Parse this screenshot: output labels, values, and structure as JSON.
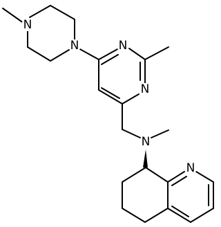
{
  "molecule": {
    "atom_labels": {
      "piperazine_n1": "N",
      "piperazine_n4": "N",
      "pyrimidine_n1": "N",
      "pyrimidine_n3": "N",
      "amine_n": "N",
      "quinoline_n": "N"
    }
  }
}
